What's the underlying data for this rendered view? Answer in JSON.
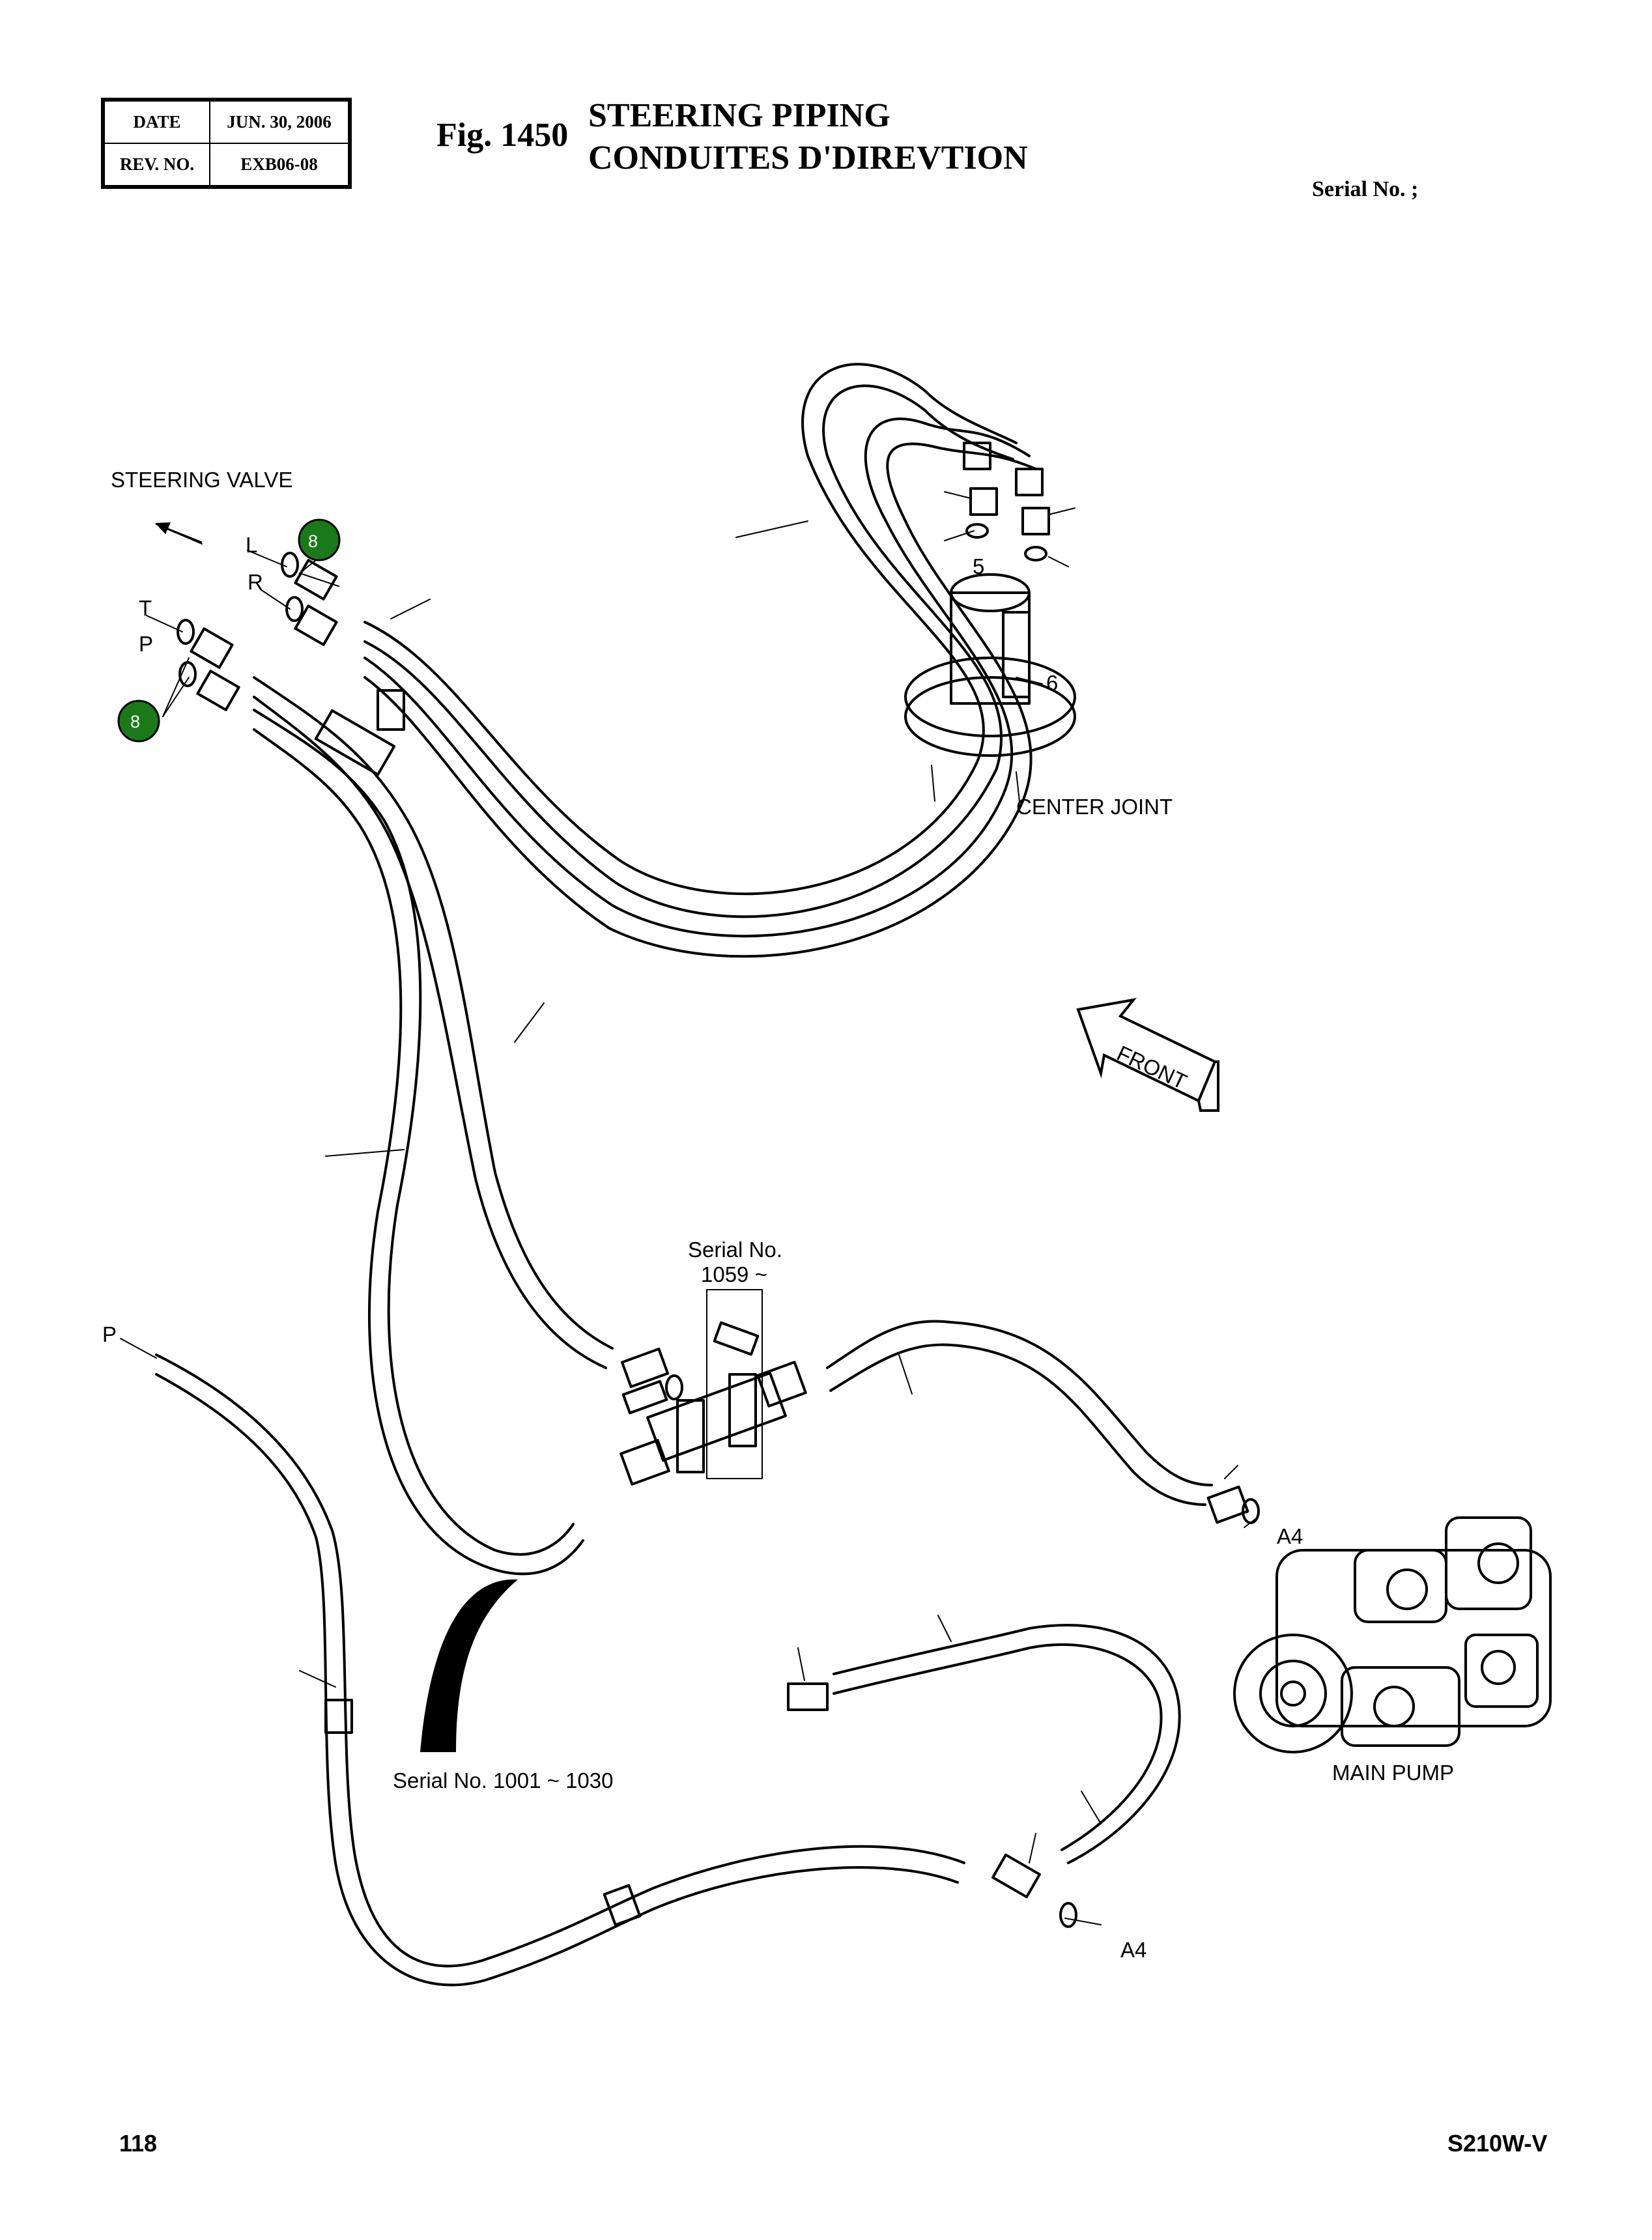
{
  "header": {
    "date_label": "DATE",
    "date_value": "JUN. 30, 2006",
    "rev_label": "REV. NO.",
    "rev_value": "EXB06-08",
    "fig_label": "Fig. 1450",
    "title_en": "STEERING PIPING",
    "title_fr": "CONDUITES D'DIREVTION",
    "serial_label": "Serial No. ;"
  },
  "callouts": {
    "steering_valve": "STEERING VALVE",
    "port_l": "L",
    "port_r": "R",
    "port_t": "T",
    "port_p_top": "P",
    "port_p_lower": "P",
    "item_5": "5",
    "item_6": "6",
    "item_8_top": "8",
    "item_8_left": "8",
    "center_joint": "CENTER JOINT",
    "front": "FRONT",
    "serial_1059_line1": "Serial No.",
    "serial_1059_line2": "1059 ~",
    "port_a4_pump": "A4",
    "port_a4_lower": "A4",
    "main_pump": "MAIN PUMP",
    "serial_range": "Serial No. 1001 ~ 1030"
  },
  "footer": {
    "page_number": "118",
    "model": "S210W-V"
  },
  "colors": {
    "ink": "#000000",
    "badge_green": "#1a7a1a",
    "paper": "#ffffff"
  }
}
